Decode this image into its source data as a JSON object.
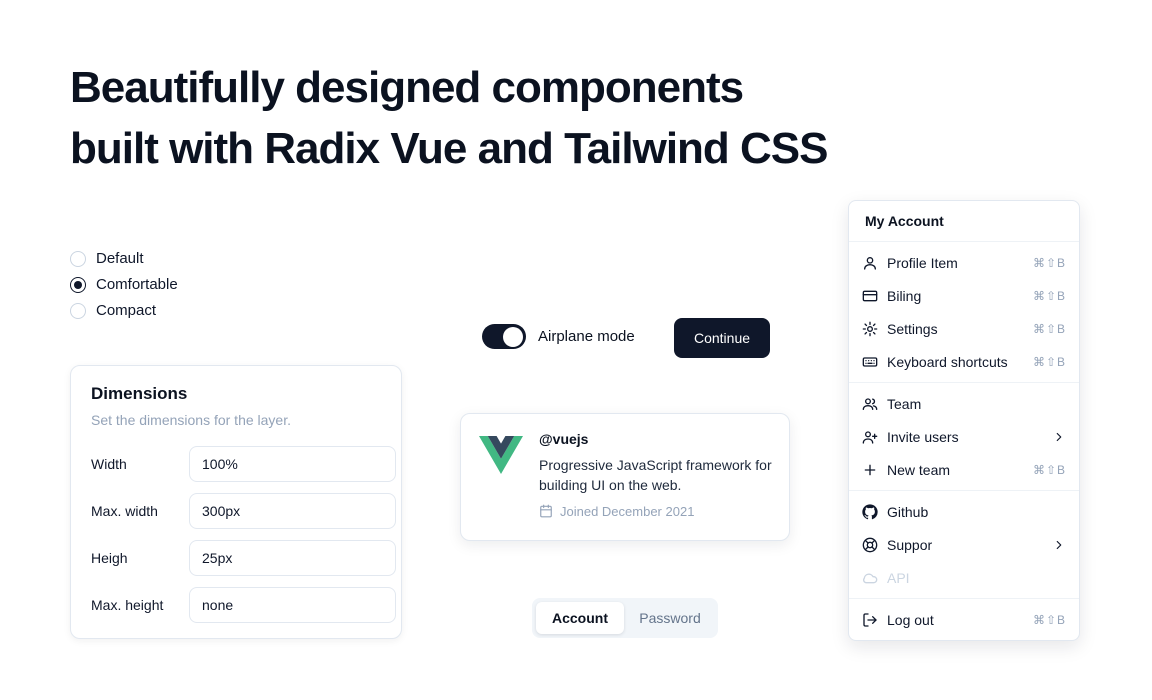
{
  "colors": {
    "primary": "#0f172a",
    "muted": "#94a3b8",
    "border": "#e2e8f0",
    "vue_green": "#41B883",
    "vue_dark": "#35495E"
  },
  "header": {
    "title_line1": "Beautifully designed components",
    "title_line2": "built with Radix Vue and Tailwind CSS"
  },
  "radio_group": {
    "selected_index": 1,
    "options": [
      {
        "label": "Default"
      },
      {
        "label": "Comfortable"
      },
      {
        "label": "Compact"
      }
    ]
  },
  "dimensions_card": {
    "title": "Dimensions",
    "subtitle": "Set the dimensions for the layer.",
    "fields": [
      {
        "label": "Width",
        "value": "100%"
      },
      {
        "label": "Max. width",
        "value": "300px"
      },
      {
        "label": "Heigh",
        "value": "25px"
      },
      {
        "label": "Max. height",
        "value": "none"
      }
    ]
  },
  "airplane": {
    "label": "Airplane mode",
    "on": true
  },
  "continue_button": {
    "label": "Continue"
  },
  "vue_card": {
    "handle": "@vuejs",
    "description": "Progressive JavaScript framework for building UI on the web.",
    "joined": "Joined December 2021"
  },
  "tabs": {
    "active_index": 0,
    "items": [
      {
        "label": "Account"
      },
      {
        "label": "Password"
      }
    ]
  },
  "account_menu": {
    "title": "My Account",
    "groups": [
      {
        "items": [
          {
            "label": "Profile Item",
            "icon": "user",
            "shortcut": "⌘⇧B"
          },
          {
            "label": "Biling",
            "icon": "credit-card",
            "shortcut": "⌘⇧B"
          },
          {
            "label": "Settings",
            "icon": "gear",
            "shortcut": "⌘⇧B"
          },
          {
            "label": "Keyboard shortcuts",
            "icon": "keyboard",
            "shortcut": "⌘⇧B"
          }
        ]
      },
      {
        "items": [
          {
            "label": "Team",
            "icon": "users"
          },
          {
            "label": "Invite users",
            "icon": "user-plus",
            "submenu": true
          },
          {
            "label": "New team",
            "icon": "plus",
            "shortcut": "⌘⇧B"
          }
        ]
      },
      {
        "items": [
          {
            "label": "Github",
            "icon": "github"
          },
          {
            "label": "Suppor",
            "icon": "lifebuoy",
            "submenu": true
          },
          {
            "label": "API",
            "icon": "cloud",
            "disabled": true
          }
        ]
      },
      {
        "items": [
          {
            "label": "Log out",
            "icon": "log-out",
            "shortcut": "⌘⇧B"
          }
        ]
      }
    ]
  }
}
